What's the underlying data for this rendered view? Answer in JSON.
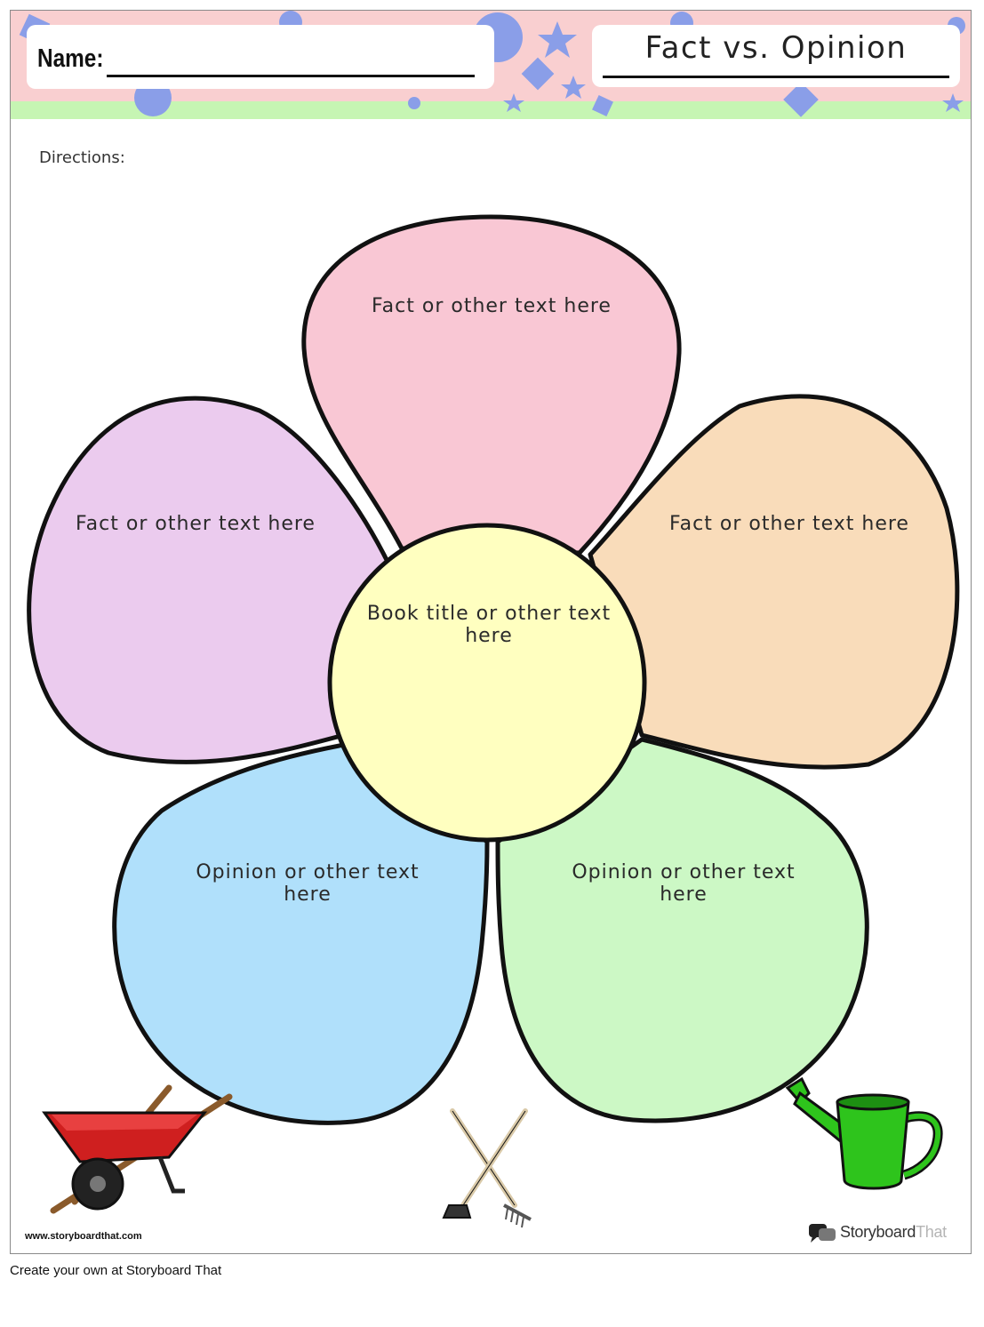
{
  "header": {
    "name_label": "Name:",
    "title": "Fact vs. Opinion"
  },
  "directions_label": "Directions:",
  "flower": {
    "center": "Book title or other text here",
    "petals": {
      "top": "Fact or other text here",
      "upper_left": "Fact or other text here",
      "upper_right": "Fact or other text here",
      "lower_left": "Opinion or other text here",
      "lower_right": "Opinion or other text here"
    }
  },
  "colors": {
    "header_pink": "#f9cfd0",
    "header_green": "#c6f5b3",
    "confetti_blue": "#8a9ee8",
    "petal_top": "#f9c7d4",
    "petal_upper_left": "#ebcbee",
    "petal_upper_right": "#f9dcba",
    "petal_lower_left": "#b0e0fb",
    "petal_lower_right": "#ccf8c5",
    "center": "#ffffc0"
  },
  "illustrations": [
    "wheelbarrow-icon",
    "garden-tools-icon",
    "watering-can-icon"
  ],
  "footer": {
    "url": "www.storyboardthat.com",
    "brand_part1": "Storyboard",
    "brand_part2": "That",
    "credit": "Create your own at Storyboard That"
  }
}
